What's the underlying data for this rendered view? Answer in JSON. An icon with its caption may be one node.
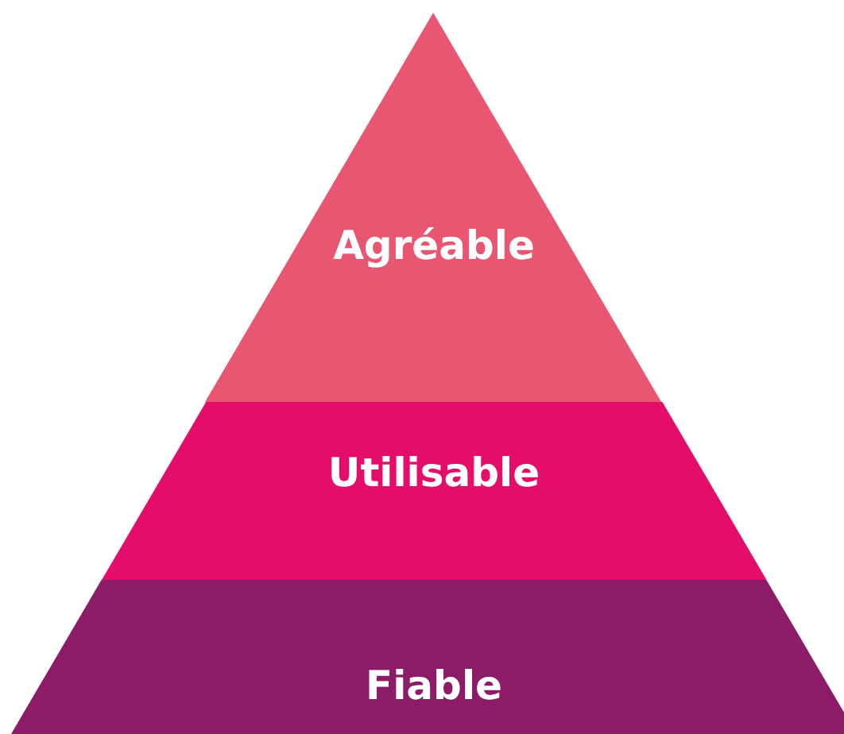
{
  "diagram": {
    "nodes": [
      {
        "text": [
          "Agréable"
        ]
      },
      {
        "text": [
          "Utilisable"
        ]
      },
      {
        "text": [
          "Fiable"
        ]
      }
    ]
  }
}
